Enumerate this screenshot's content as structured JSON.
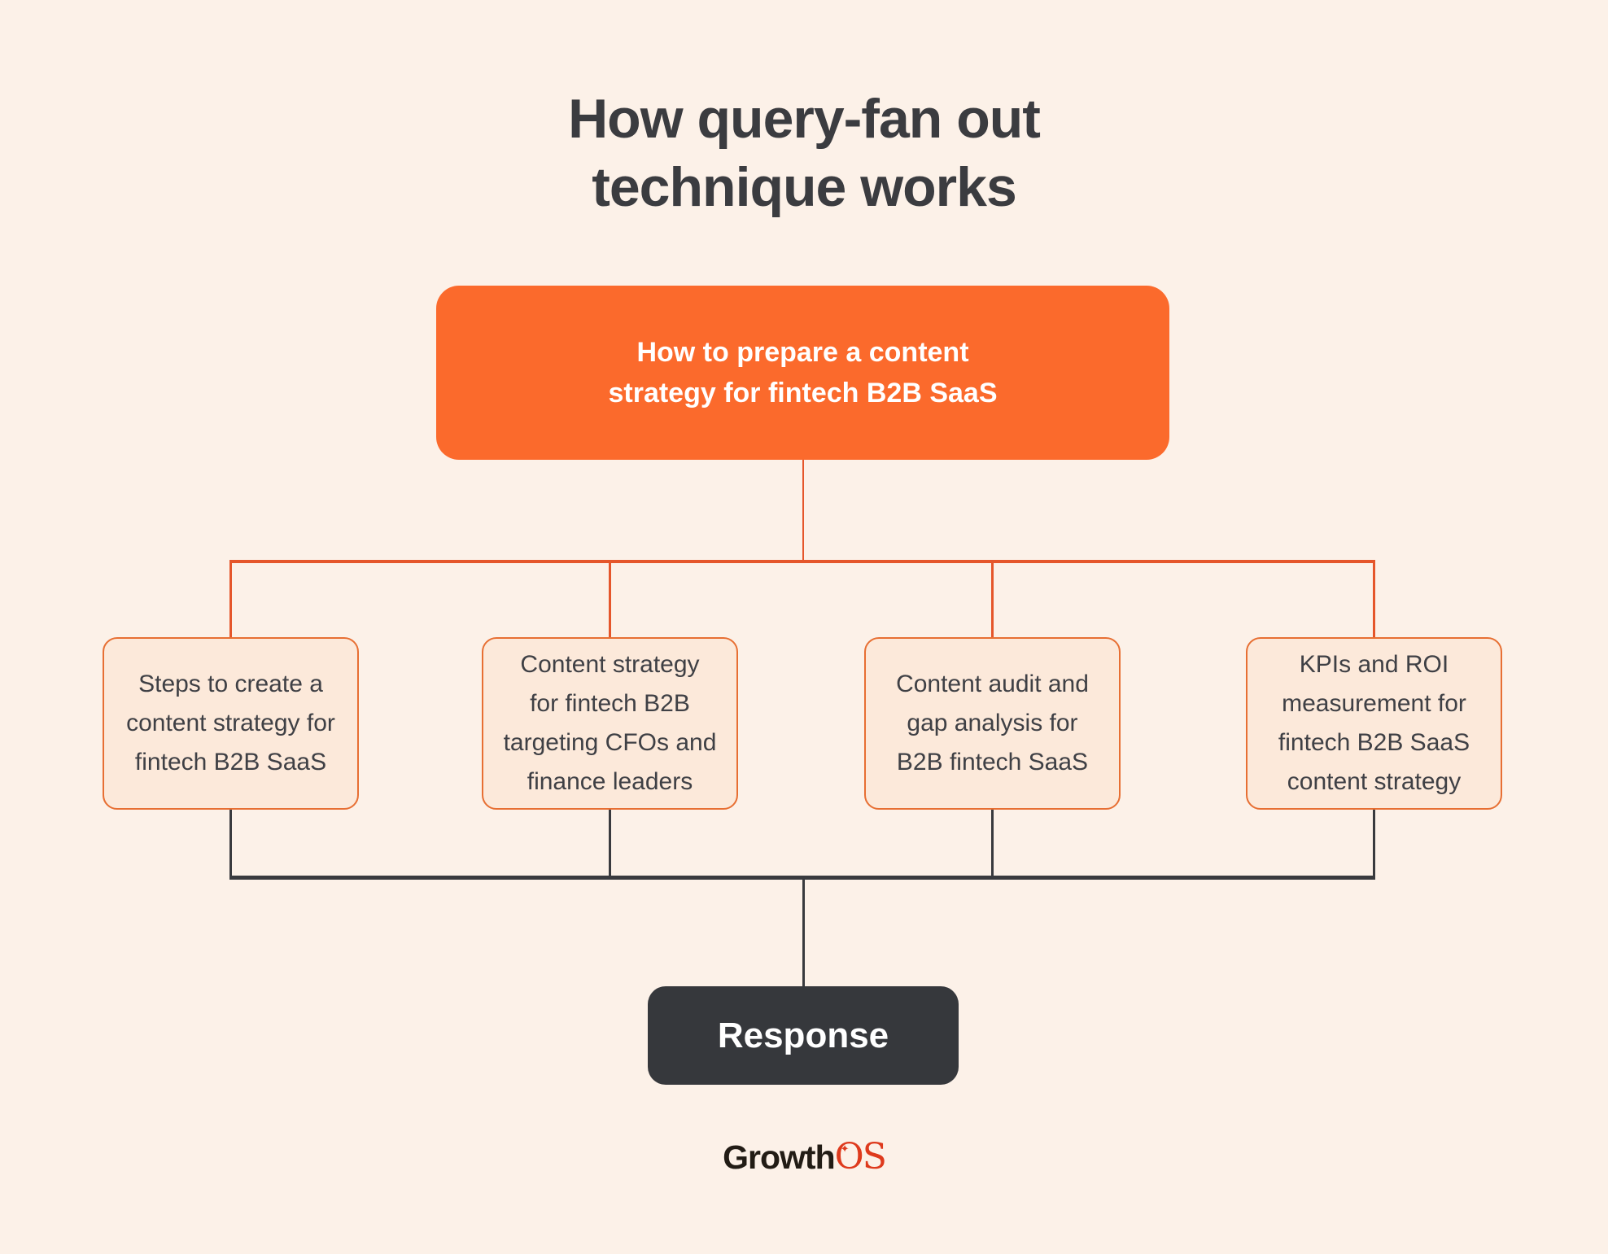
{
  "title": "How query-fan out\ntechnique works",
  "root_query": {
    "label": "How to prepare a content\nstrategy for fintech B2B SaaS"
  },
  "fanout_queries": [
    {
      "label": "Steps to create a\ncontent strategy for\nfintech B2B SaaS"
    },
    {
      "label": "Content strategy\nfor fintech B2B\ntargeting CFOs and\nfinance leaders"
    },
    {
      "label": "Content audit and\ngap analysis for\nB2B fintech SaaS"
    },
    {
      "label": "KPIs and ROI\nmeasurement for\nfintech B2B SaaS\ncontent strategy"
    }
  ],
  "response": {
    "label": "Response"
  },
  "logo": {
    "growth": "Growth",
    "os": "OS",
    "sparkle": "✦"
  },
  "colors": {
    "background": "#FCF1E8",
    "root_fill": "#FB6A2C",
    "connector_orange": "#E5562B",
    "child_fill": "#FCE9DA",
    "child_border": "#E76F33",
    "dark": "#393A3E",
    "title_text": "#3B3C40",
    "logo_accent": "#DE3A1D"
  }
}
